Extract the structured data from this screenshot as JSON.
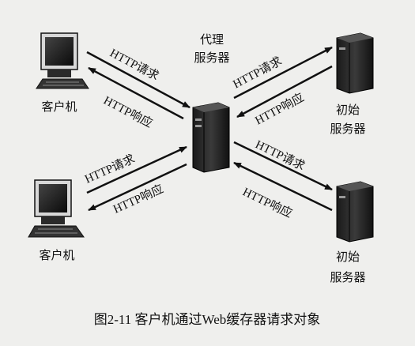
{
  "diagram": {
    "proxy_label": [
      "代理",
      "服务器"
    ],
    "clients": [
      {
        "label": "客户机"
      },
      {
        "label": "客户机"
      }
    ],
    "origins": [
      {
        "label": [
          "初始",
          "服务器"
        ]
      },
      {
        "label": [
          "初始",
          "服务器"
        ]
      }
    ],
    "arrows": {
      "top_left_request": "HTTP请求",
      "top_left_response": "HTTP响应",
      "top_right_request": "HTTP请求",
      "top_right_response": "HTTP响应",
      "bottom_left_request": "HTTP请求",
      "bottom_left_response": "HTTP响应",
      "bottom_right_request": "HTTP请求",
      "bottom_right_response": "HTTP响应"
    },
    "caption": "图2-11   客户机通过Web缓存器请求对象"
  }
}
